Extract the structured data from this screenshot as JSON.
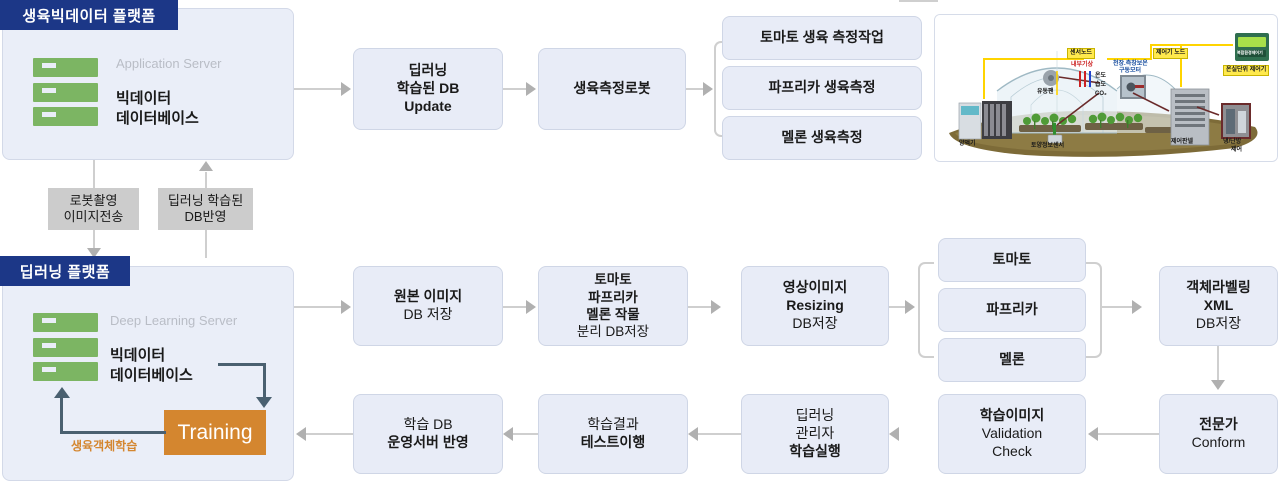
{
  "platforms": [
    {
      "id": "bigdata",
      "header": "생육빅데이터 플랫폼",
      "server_role": "Application Server",
      "server_name_line1": "빅데이터",
      "server_name_line2": "데이터베이스",
      "icon": "server-icon"
    },
    {
      "id": "deeplearning",
      "header": "딥러닝 플랫폼",
      "server_role": "Deep Learning Server",
      "server_name_line1": "빅데이터",
      "server_name_line2": "데이터베이스",
      "icon": "server-icon",
      "training_label": "Training",
      "feedback_label": "생육객체학습"
    }
  ],
  "link_notes": [
    {
      "id": "robot-capture",
      "line1": "로봇촬영",
      "line2": "이미지전송",
      "direction": "down"
    },
    {
      "id": "db-reflect",
      "line1": "딥러닝 학습된",
      "line2": "DB반영",
      "direction": "up"
    }
  ],
  "top_flow": [
    {
      "id": "db-update",
      "lines": [
        {
          "t": "딥러닝",
          "b": true
        },
        {
          "t": "학습된 DB",
          "b": true
        },
        {
          "t": "Update",
          "b": true
        }
      ]
    },
    {
      "id": "growth-robot",
      "lines": [
        {
          "t": "생육측정로봇",
          "b": true
        }
      ]
    }
  ],
  "top_branches": [
    {
      "id": "tomato-measure",
      "label": "토마토 생육 측정작업"
    },
    {
      "id": "paprika-measure",
      "label": "파프리카 생육측정"
    },
    {
      "id": "melon-measure",
      "label": "멜론 생육측정"
    }
  ],
  "middle_flow": [
    {
      "id": "original-image-db",
      "lines": [
        {
          "t": "원본 이미지",
          "b": true
        },
        {
          "t": "DB 저장",
          "b": false
        }
      ]
    },
    {
      "id": "crop-split-db",
      "lines": [
        {
          "t": "토마토",
          "b": true
        },
        {
          "t": "파프리카",
          "b": true
        },
        {
          "t": "멜론 작물",
          "b": true
        },
        {
          "t": "분리 DB저장",
          "b": false
        }
      ]
    },
    {
      "id": "image-resizing",
      "lines": [
        {
          "t": "영상이미지",
          "b": true
        },
        {
          "t": "Resizing",
          "b": true
        },
        {
          "t": "DB저장",
          "b": false
        }
      ]
    }
  ],
  "crop_branches": [
    {
      "id": "crop-tomato",
      "label": "토마토"
    },
    {
      "id": "crop-paprika",
      "label": "파프리카"
    },
    {
      "id": "crop-melon",
      "label": "멜론"
    }
  ],
  "labeling_box": {
    "id": "object-labeling-xml",
    "lines": [
      {
        "t": "객체라벨링",
        "b": true
      },
      {
        "t": "XML",
        "b": true
      },
      {
        "t": "DB저장",
        "b": false
      }
    ]
  },
  "bottom_flow": [
    {
      "id": "expert-conform",
      "lines": [
        {
          "t": "전문가",
          "b": true
        },
        {
          "t": "Conform",
          "b": false
        }
      ]
    },
    {
      "id": "validation-check",
      "lines": [
        {
          "t": "학습이미지",
          "b": true
        },
        {
          "t": "Validation",
          "b": false
        },
        {
          "t": "Check",
          "b": false
        }
      ]
    },
    {
      "id": "training-run",
      "lines": [
        {
          "t": "딥러닝",
          "b": false
        },
        {
          "t": "관리자",
          "b": false
        },
        {
          "t": "학습실행",
          "b": true
        }
      ]
    },
    {
      "id": "test-execute",
      "lines": [
        {
          "t": "학습결과",
          "b": false
        },
        {
          "t": "테스트이행",
          "b": true
        }
      ]
    },
    {
      "id": "apply-to-server",
      "lines": [
        {
          "t": "학습 DB",
          "b": false
        },
        {
          "t": "운영서버 반영",
          "b": true
        }
      ]
    }
  ],
  "greenhouse": {
    "id": "greenhouse-illustration",
    "tags": [
      {
        "id": "sensor-node",
        "label": "센서노드"
      },
      {
        "id": "controller-node",
        "label": "제어기 노드"
      },
      {
        "id": "greenhouse-unit-controller",
        "label": "온실단위 제어기"
      }
    ],
    "inner_labels": [
      {
        "id": "internal-weather",
        "label": "내부기상"
      },
      {
        "id": "roof-side-vent-motor-l1",
        "label": "천장.측창보온"
      },
      {
        "id": "roof-side-vent-motor-l2",
        "label": "구동모터"
      },
      {
        "id": "circulation-fan",
        "label": "유동팬"
      },
      {
        "id": "temperature",
        "label": "온도"
      },
      {
        "id": "humidity",
        "label": "습도"
      },
      {
        "id": "co2",
        "label": "CO₂"
      }
    ],
    "ground_labels": [
      {
        "id": "nutrient-supplier",
        "label": "양액기"
      },
      {
        "id": "soil-sensor",
        "label": "토양정보센서"
      },
      {
        "id": "control-panel",
        "label": "제어판넬"
      },
      {
        "id": "hvac-control-l1",
        "label": "냉/난방"
      },
      {
        "id": "hvac-control-l2",
        "label": "제어"
      }
    ],
    "device_screen_label": "복합환경제어기"
  },
  "colors": {
    "header_navy": "#1c3787",
    "panel_bg": "#eaeef8",
    "box_bg": "#e8ecf7",
    "server_green": "#7cb563",
    "training_orange": "#d4862f",
    "note_gray": "#cccccc",
    "connector_gray": "#cfcfcf"
  }
}
